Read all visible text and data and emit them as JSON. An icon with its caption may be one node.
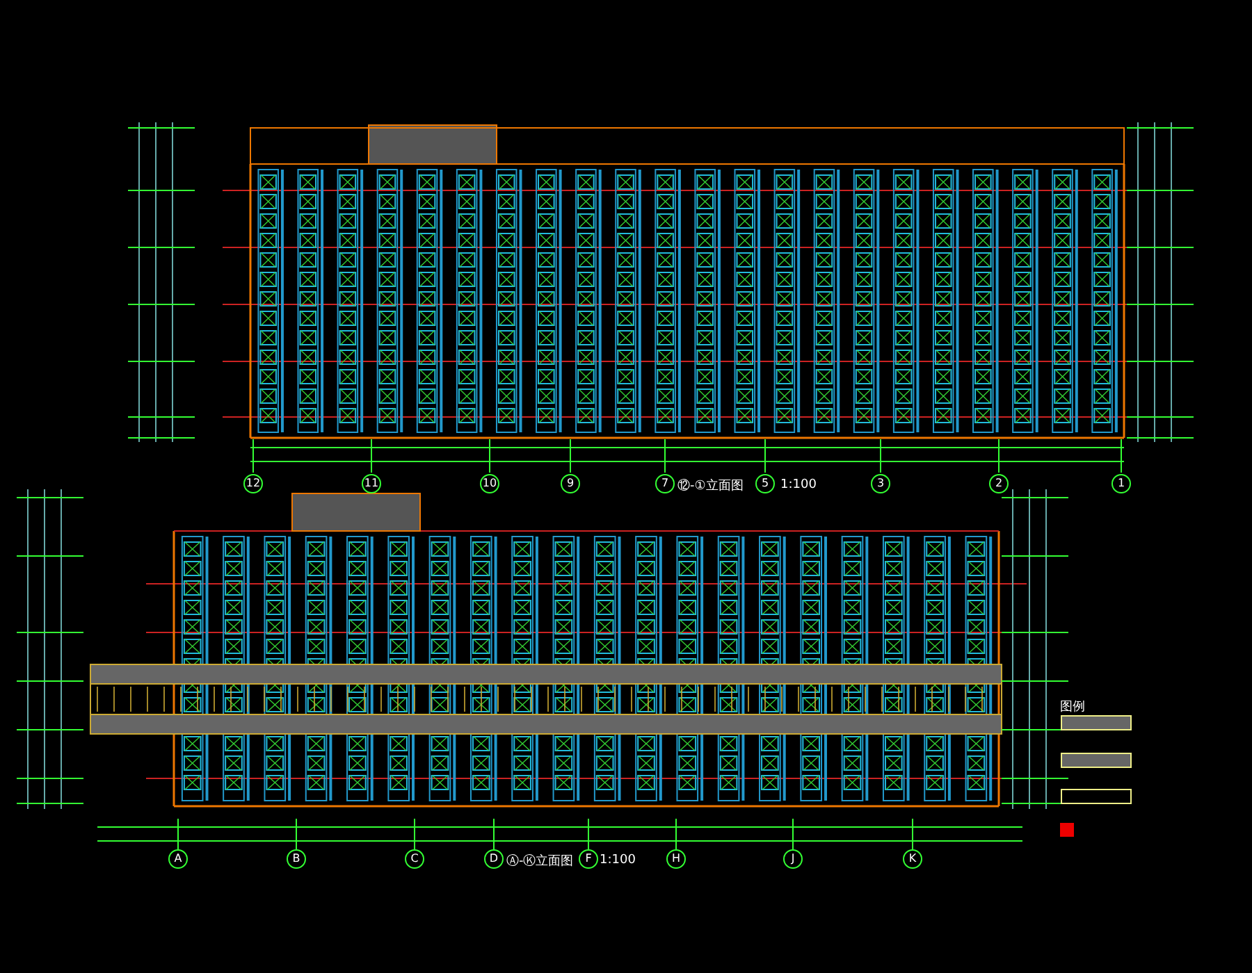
{
  "diagram": {
    "nodes": [
      {
        "text": [
          "12"
        ]
      },
      {
        "text": [
          "11"
        ]
      },
      {
        "text": [
          "10"
        ]
      },
      {
        "text": [
          "9"
        ]
      },
      {
        "text": [
          "7"
        ]
      },
      {
        "text": [
          "5"
        ]
      },
      {
        "text": [
          "3"
        ]
      },
      {
        "text": [
          "2"
        ]
      },
      {
        "text": [
          "1"
        ]
      },
      {
        "text": [
          "A"
        ]
      },
      {
        "text": [
          "B"
        ]
      },
      {
        "text": [
          "C"
        ]
      },
      {
        "text": [
          "D"
        ]
      },
      {
        "text": [
          "F"
        ]
      },
      {
        "text": [
          "H"
        ]
      },
      {
        "text": [
          "J"
        ]
      },
      {
        "text": [
          "K"
        ]
      }
    ],
    "labels": [
      "⑫-①立面图",
      "1:100",
      "Ⓐ-Ⓚ立面图",
      "1:100",
      "图例"
    ]
  }
}
